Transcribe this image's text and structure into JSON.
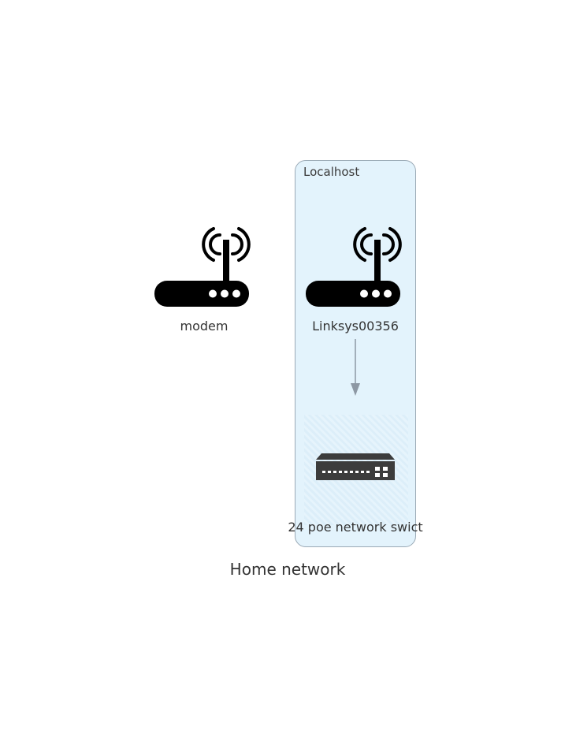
{
  "diagram": {
    "title": "Home network",
    "group": {
      "label": "Localhost"
    },
    "nodes": {
      "modem": {
        "label": "modem",
        "icon": "router-icon"
      },
      "router": {
        "label": "Linksys00356",
        "icon": "router-icon"
      },
      "switch": {
        "label": "24 poe network swict",
        "icon": "network-switch-icon"
      }
    },
    "edges": [
      {
        "from": "Linksys00356",
        "to": "24 poe network swict"
      }
    ],
    "colors": {
      "group_fill": "#e3f3fc",
      "group_border": "#9aa9b5",
      "icon": "#000000",
      "switch_icon": "#3c3c3c",
      "edge": "#8d98a4"
    }
  }
}
